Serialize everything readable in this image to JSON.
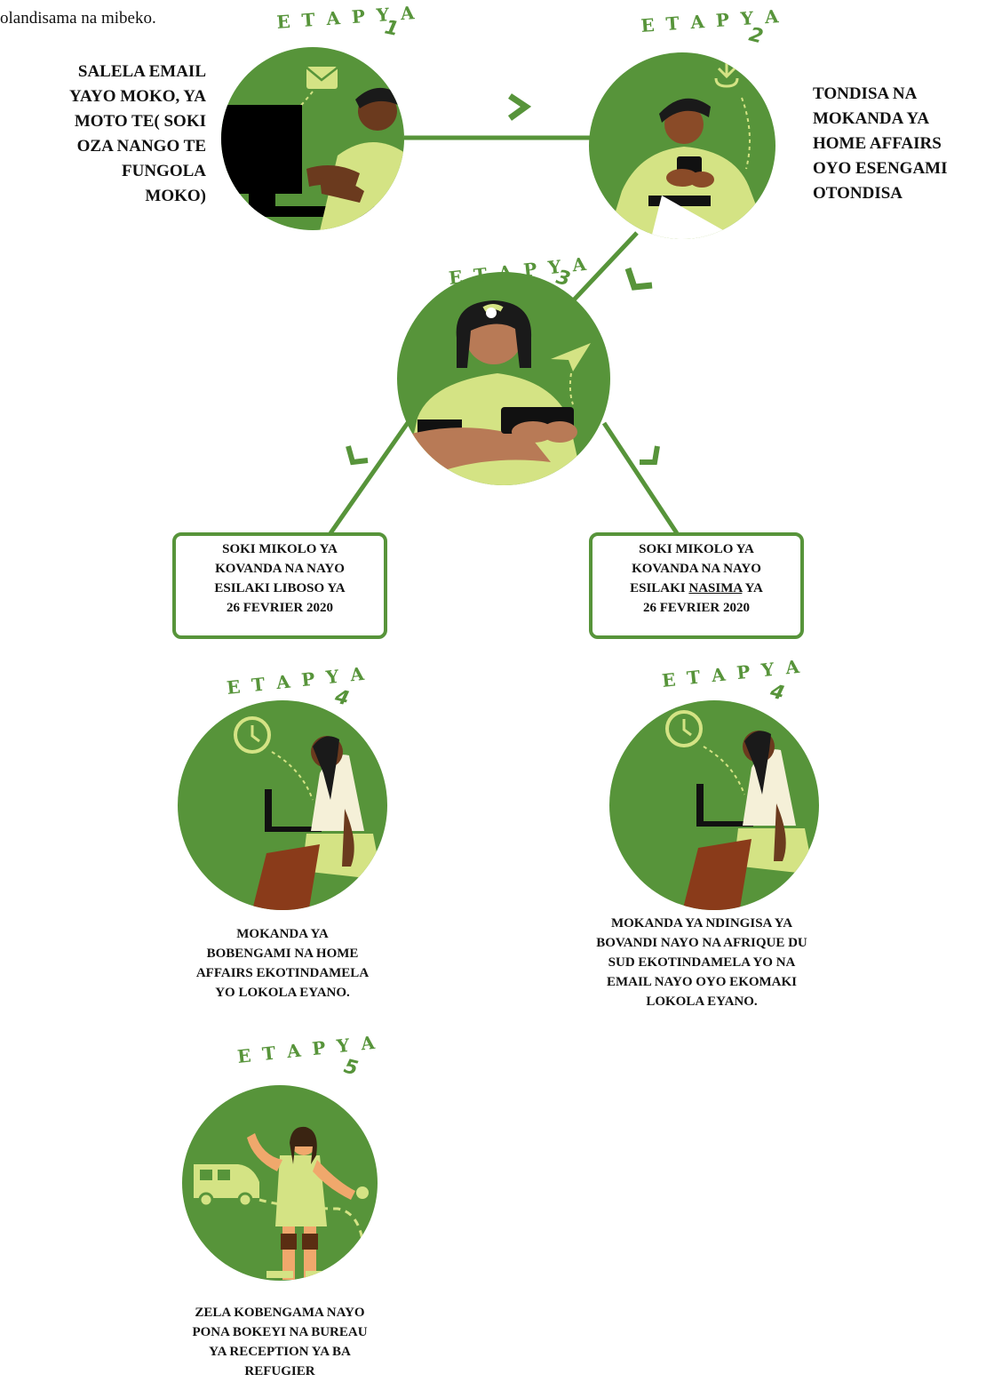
{
  "intro_text": "olandisama na mibeko.",
  "colors": {
    "green": "#57943a",
    "light_green": "#d4e384",
    "skin_dark": "#6b3a1e",
    "skin_mid": "#b87a56",
    "hair": "#1a1a1a"
  },
  "steps": [
    {
      "label": "ETAPYA",
      "number": "1",
      "text_lines": [
        "SALELA EMAIL",
        "YAYO MOKO, YA",
        "MOTO TE( SOKI",
        "OZA NANGO TE",
        "FUNGOLA",
        "MOKO)"
      ]
    },
    {
      "label": "ETAPYA",
      "number": "2",
      "text_lines": [
        "TONDISA NA",
        "MOKANDA YA",
        "HOME AFFAIRS",
        "OYO ESENGAMI",
        "OTONDISA"
      ]
    },
    {
      "label": "ETAPYA",
      "number": "3"
    },
    {
      "label": "ETAPYA",
      "number": "4",
      "caption_lines": [
        "MOKANDA YA",
        "BOBENGAMI NA HOME",
        "AFFAIRS EKOTINDAMELA",
        "YO LOKOLA EYANO."
      ]
    },
    {
      "label": "ETAPYA",
      "number": "4",
      "caption_lines": [
        "MOKANDA YA NDINGISA YA",
        "BOVANDI NAYO NA AFRIQUE DU",
        "SUD EKOTINDAMELA YO NA",
        "EMAIL NAYO OYO EKOMAKI",
        "LOKOLA EYANO."
      ]
    },
    {
      "label": "ETAPYA",
      "number": "5",
      "caption_lines": [
        "ZELA KOBENGAMA NAYO",
        "PONA BOKEYI NA BUREAU",
        "YA RECEPTION YA BA",
        "REFUGIER"
      ]
    }
  ],
  "conditions": {
    "left": {
      "lines": [
        "SOKI MIKOLO YA",
        "KOVANDA NA NAYO",
        "ESILAKI LIBOSO YA",
        "26 FEVRIER 2020"
      ]
    },
    "right": {
      "line1": "SOKI MIKOLO YA",
      "line2": "KOVANDA NA NAYO",
      "line3_pre": "ESILAKI ",
      "line3_underlined": "NASIMA",
      "line3_post": " YA",
      "line4": "26 FEVRIER 2020"
    }
  }
}
